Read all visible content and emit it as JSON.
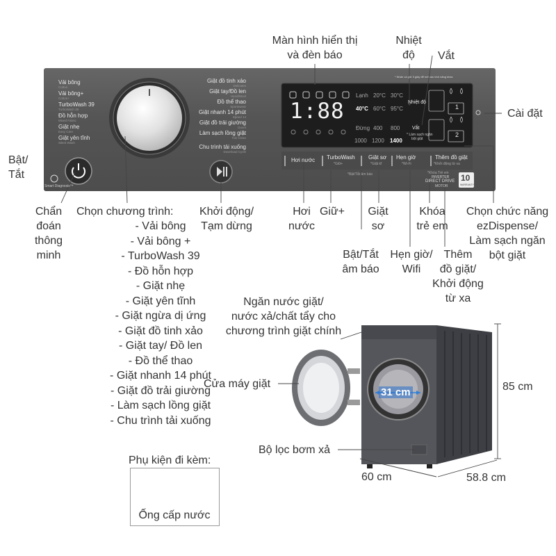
{
  "top_labels": {
    "display": [
      "Màn hình hiển thị",
      "và đèn báo"
    ],
    "temp": [
      "Nhiệt",
      "độ"
    ],
    "spin": "Vắt",
    "settings": "Cài đặt"
  },
  "left_labels": {
    "power": [
      "Bật/",
      "Tắt"
    ],
    "diagnosis": [
      "Chẩn",
      "đoán",
      "thông",
      "minh"
    ]
  },
  "program_select": {
    "heading": "Chọn chương trình:",
    "items": [
      "- Vải bông",
      "- Vải bông +",
      "- TurboWash 39",
      "- Đồ hỗn hợp",
      "- Giặt nhẹ",
      "- Giặt yên tĩnh",
      "- Giặt ngừa dị ứng",
      "- Giặt đồ tinh xảo",
      "- Giặt tay/ Đồ len",
      "- Đồ thể thao",
      "- Giặt nhanh 14 phút",
      "- Giặt đồ trải giường",
      "- Làm sạch lồng giặt",
      "- Chu trình tải xuống"
    ]
  },
  "bottom_labels": {
    "start_pause": [
      "Khởi động/",
      "Tạm dừng"
    ],
    "steam": [
      "Hơi",
      "nước"
    ],
    "keep": "Giữ+",
    "prewash": [
      "Giặt",
      "sơ"
    ],
    "child_lock": [
      "Khóa",
      "trẻ em"
    ],
    "ezdispense": [
      "Chọn  chức năng",
      "ezDispense/",
      "Làm sạch ngăn",
      "bột giặt"
    ],
    "beep": [
      "Bật/Tắt",
      "âm báo"
    ],
    "timer": [
      "Hẹn giờ/",
      "Wifi"
    ],
    "add_item": [
      "Thêm",
      "đồ giặt/",
      "Khởi động",
      "từ xa"
    ]
  },
  "machine_labels": {
    "dispenser": [
      "Ngăn nước giặt/",
      "nước xả/chất tẩy cho",
      "chương trình giặt chính"
    ],
    "door": "Cửa máy giặt",
    "drain_filter": "Bộ lọc bơm xả",
    "height": "85 cm",
    "width": "60 cm",
    "depth": "58.8 cm",
    "door_diameter": "31 cm"
  },
  "accessories": {
    "heading": "Phụ kiện đi kèm:",
    "item": "Ống cấp nước"
  },
  "panel": {
    "left_programs": [
      {
        "name": "Vải bông",
        "sub": "Cotton"
      },
      {
        "name": "Vải bông+",
        "sub": "Cotton+"
      },
      {
        "name": "TurboWash 39",
        "sub": "TurboWash 39"
      },
      {
        "name": "Đồ hỗn hợp",
        "sub": "Mixed Fabric"
      },
      {
        "name": "Giặt nhẹ",
        "sub": "Easy Care"
      },
      {
        "name": "Giặt yên tĩnh",
        "sub": "Silent Wash"
      }
    ],
    "right_programs": [
      {
        "name": "Giặt đồ tinh xảo",
        "sub": "Delicates"
      },
      {
        "name": "Giặt tay/Đồ len",
        "sub": "Hand/Wool"
      },
      {
        "name": "Đồ thể thao",
        "sub": "Sportswear"
      },
      {
        "name": "Giặt nhanh 14 phút",
        "sub": "Speed 14"
      },
      {
        "name": "Giặt đồ trải giường",
        "sub": "Duvet"
      },
      {
        "name": "Làm sạch lồng giặt",
        "sub": "Tub Clean"
      },
      {
        "name": "Chu trình tải xuống",
        "sub": "Download Cycle"
      }
    ],
    "temps": [
      "Lạnh",
      "20°C",
      "30°C",
      "40°C",
      "60°C",
      "95°C"
    ],
    "spins": [
      "Đừng",
      "400",
      "800",
      "1000",
      "1200",
      "1400"
    ],
    "digits": "1:88",
    "right_small": [
      "Nhiệt độ",
      "Vắt",
      "* Làm sạch ngăn",
      "bột giặt"
    ],
    "buttons": [
      {
        "name": "Hơi nước",
        "sub": ""
      },
      {
        "name": "TurboWash",
        "sub": "*Giữ+"
      },
      {
        "name": "Giặt sơ",
        "sub": "*Giặt kĩ"
      },
      {
        "name": "Hẹn giờ",
        "sub": "*Wi-Fi"
      },
      {
        "name": "Thêm đồ giặt",
        "sub": "*Khởi động từ xa"
      }
    ],
    "beep_hint": "*Bật/Tắt âm báo",
    "lock_hint": "*Khóa Trẻ em",
    "smart_diagnosis": "Smart Diagnosis™",
    "inverter": "INVERTER",
    "direct_drive": "DIRECT DRIVE",
    "motor": "MOTOR",
    "warranty_number": "10",
    "warranty_text": "WARRANTY",
    "hint_top": "* Nhấn và giữ 3 giây để mở các tính năng khác",
    "ck": [
      "1",
      "2"
    ]
  },
  "colors": {
    "panel": "#5b5b5b",
    "panel_dark": "#3d3d3d",
    "display": "#1d1d1d",
    "accent_blue": "#2f7ed8",
    "body_dark": "#4e4e52"
  }
}
